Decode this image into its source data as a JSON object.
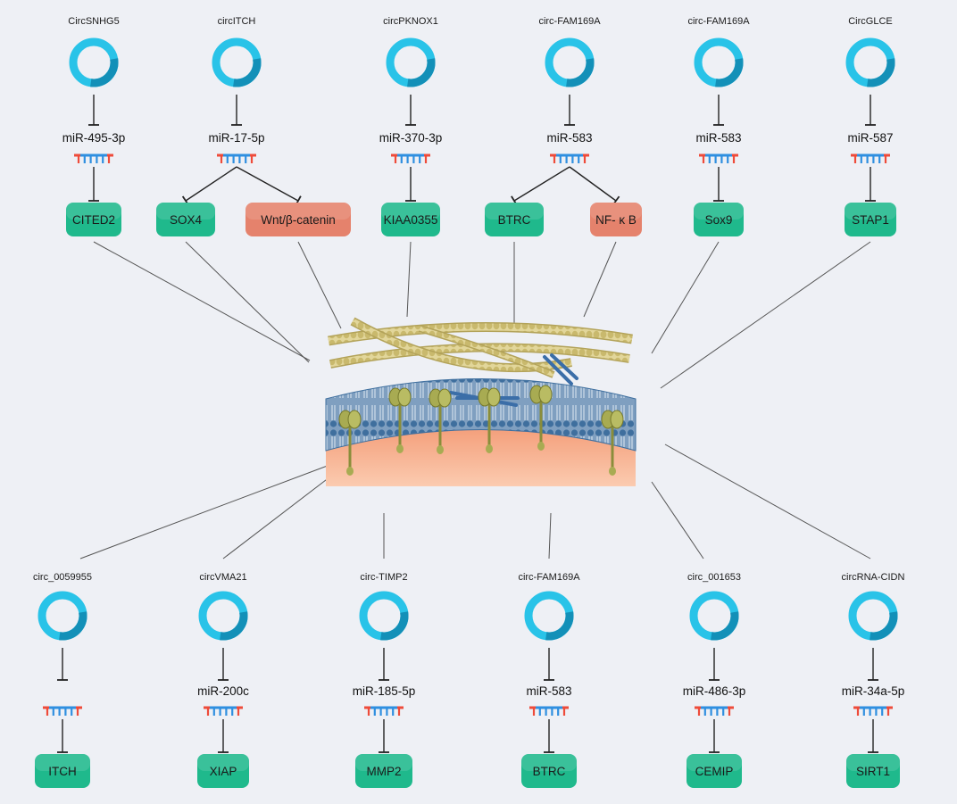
{
  "colors": {
    "background": "#eef0f5",
    "ring_light": "#29c3e8",
    "ring_dark": "#1390b8",
    "target_green": "#1fb98c",
    "target_red": "#e5826c",
    "mirna_blue": "#2f8fe0",
    "mirna_red": "#ee4b3a",
    "connector": "#555555"
  },
  "top_pathways": [
    {
      "circ": "CircSNHG5",
      "mirna": "miR-495-3p",
      "targets": [
        {
          "label": "CITED2",
          "kind": "green"
        }
      ]
    },
    {
      "circ": "circITCH",
      "mirna": "miR-17-5p",
      "targets": [
        {
          "label": "SOX4",
          "kind": "green"
        },
        {
          "label": "Wnt/β-catenin",
          "kind": "red"
        }
      ]
    },
    {
      "circ": "circPKNOX1",
      "mirna": "miR-370-3p",
      "targets": [
        {
          "label": "KIAA0355",
          "kind": "green"
        }
      ]
    },
    {
      "circ": "circ-FAM169A",
      "mirna": "miR-583",
      "targets": [
        {
          "label": "BTRC",
          "kind": "green"
        },
        {
          "label": "NF- κ B",
          "kind": "red"
        }
      ]
    },
    {
      "circ": "circ-FAM169A",
      "mirna": "miR-583",
      "targets": [
        {
          "label": "Sox9",
          "kind": "green"
        }
      ]
    },
    {
      "circ": "CircGLCE",
      "mirna": "miR-587",
      "targets": [
        {
          "label": "STAP1",
          "kind": "green"
        }
      ]
    }
  ],
  "bottom_pathways": [
    {
      "circ": "circ_0059955",
      "mirna": "",
      "targets": [
        {
          "label": "ITCH",
          "kind": "green"
        }
      ]
    },
    {
      "circ": "circVMA21",
      "mirna": "miR-200c",
      "targets": [
        {
          "label": "XIAP",
          "kind": "green"
        }
      ]
    },
    {
      "circ": "circ-TIMP2",
      "mirna": "miR-185-5p",
      "targets": [
        {
          "label": "MMP2",
          "kind": "green"
        }
      ]
    },
    {
      "circ": "circ-FAM169A",
      "mirna": "miR-583",
      "targets": [
        {
          "label": "BTRC",
          "kind": "green"
        }
      ]
    },
    {
      "circ": "circ_001653",
      "mirna": "miR-486-3p",
      "targets": [
        {
          "label": "CEMIP",
          "kind": "green"
        }
      ]
    },
    {
      "circ": "circRNA-CIDN",
      "mirna": "miR-34a-5p",
      "targets": [
        {
          "label": "SIRT1",
          "kind": "green"
        }
      ]
    }
  ]
}
